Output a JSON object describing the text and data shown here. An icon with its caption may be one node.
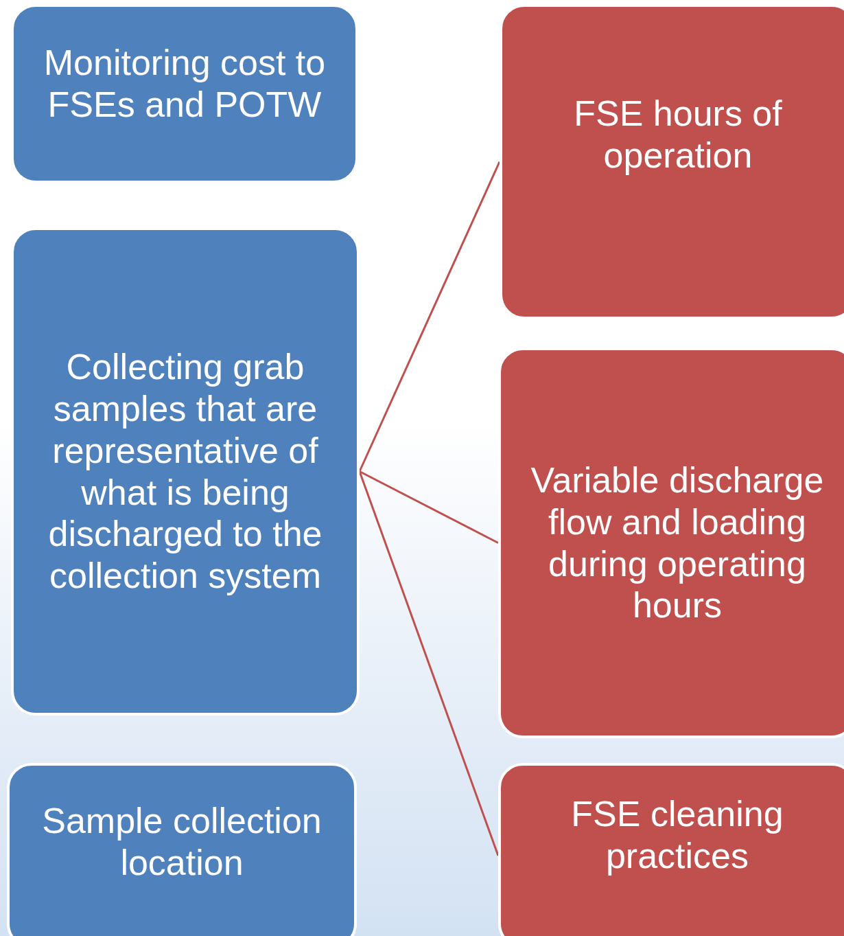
{
  "diagram": {
    "nodes": [
      {
        "text": [
          "Monitoring cost to FSEs and POTW"
        ]
      },
      {
        "text": [
          "Collecting grab samples that are representative of what is being discharged to the collection system"
        ]
      },
      {
        "text": [
          "Sample collection location"
        ]
      },
      {
        "text": [
          "FSE hours of operation"
        ]
      },
      {
        "text": [
          "Variable discharge flow and loading during operating hours"
        ]
      },
      {
        "text": [
          "FSE cleaning practices"
        ]
      }
    ],
    "edges": [
      {
        "from": 1,
        "to": 3,
        "arrow": "none"
      },
      {
        "from": 1,
        "to": 4,
        "arrow": "none"
      },
      {
        "from": 1,
        "to": 5,
        "arrow": "none"
      }
    ]
  }
}
